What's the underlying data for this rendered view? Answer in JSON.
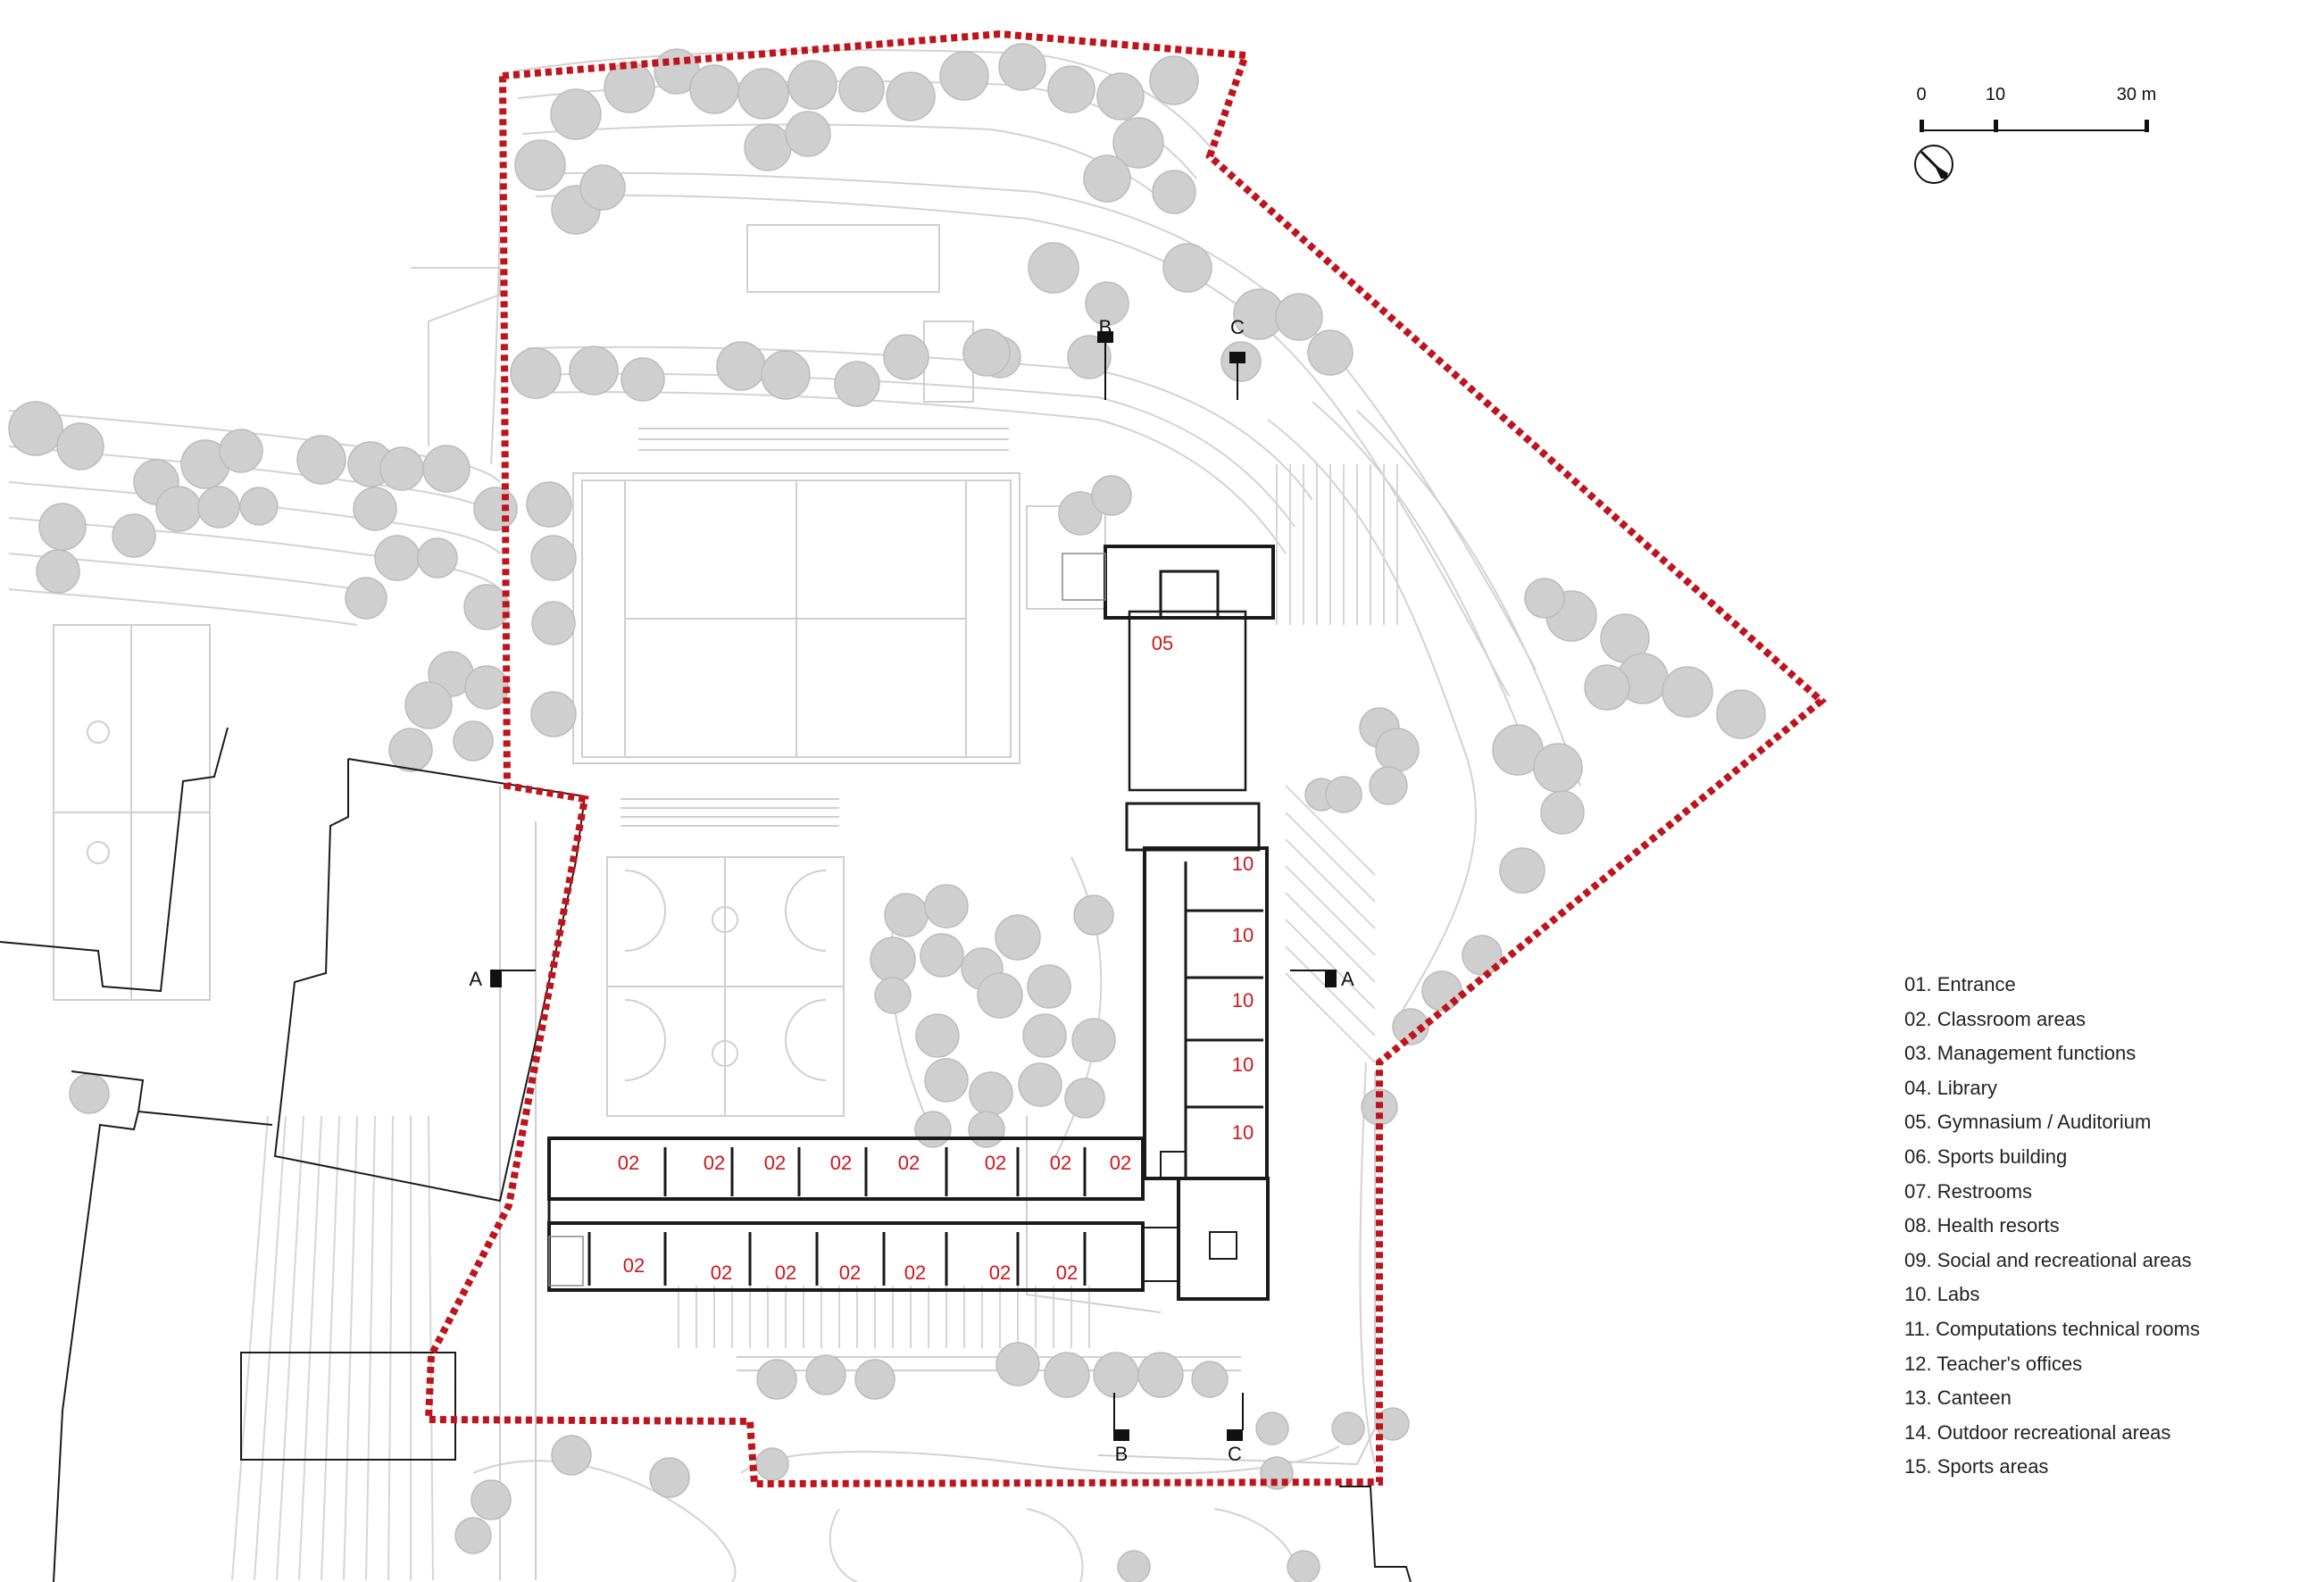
{
  "legend": [
    "01. Entrance",
    "02. Classroom areas",
    "03. Management functions",
    "04. Library",
    "05. Gymnasium / Auditorium",
    "06. Sports building",
    "07. Restrooms",
    "08. Health resorts",
    "09. Social and recreational areas",
    "10. Labs",
    "11. Computations technical rooms",
    "12. Teacher's offices",
    "13. Canteen",
    "14. Outdoor recreational areas",
    "15. Sports areas"
  ],
  "scale": {
    "tick_0": "0",
    "tick_10": "10",
    "tick_30": "30 m"
  },
  "sections": {
    "a": "A",
    "b": "B",
    "c": "C"
  },
  "rooms": {
    "gym": "05",
    "lab": "10",
    "classroom": "02"
  },
  "colors": {
    "boundary": "#c0141c",
    "room_label": "#d0141c",
    "building_outline": "#1a1a1a",
    "tree_fill": "#cfcfcf",
    "context_line": "#c8c8c8"
  },
  "icons": {
    "north": "north-arrow-icon"
  }
}
